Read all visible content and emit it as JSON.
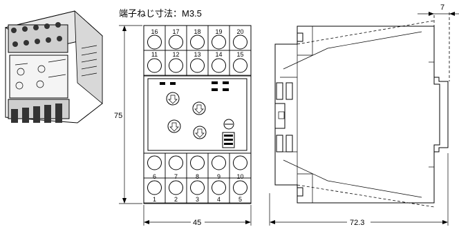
{
  "terminal_screw_note": "端子ねじ寸法：M3.5",
  "dimensions": {
    "height": "75",
    "width": "45",
    "depth": "72.3",
    "rail_offset": "7"
  },
  "terminals": {
    "top_row_upper": [
      "16",
      "17",
      "18",
      "19",
      "20"
    ],
    "top_row_lower": [
      "11",
      "12",
      "13",
      "14",
      "15"
    ],
    "bottom_row_upper": [
      "6",
      "7",
      "8",
      "9",
      "10"
    ],
    "bottom_row_lower": [
      "1",
      "2",
      "3",
      "4",
      "5"
    ]
  }
}
